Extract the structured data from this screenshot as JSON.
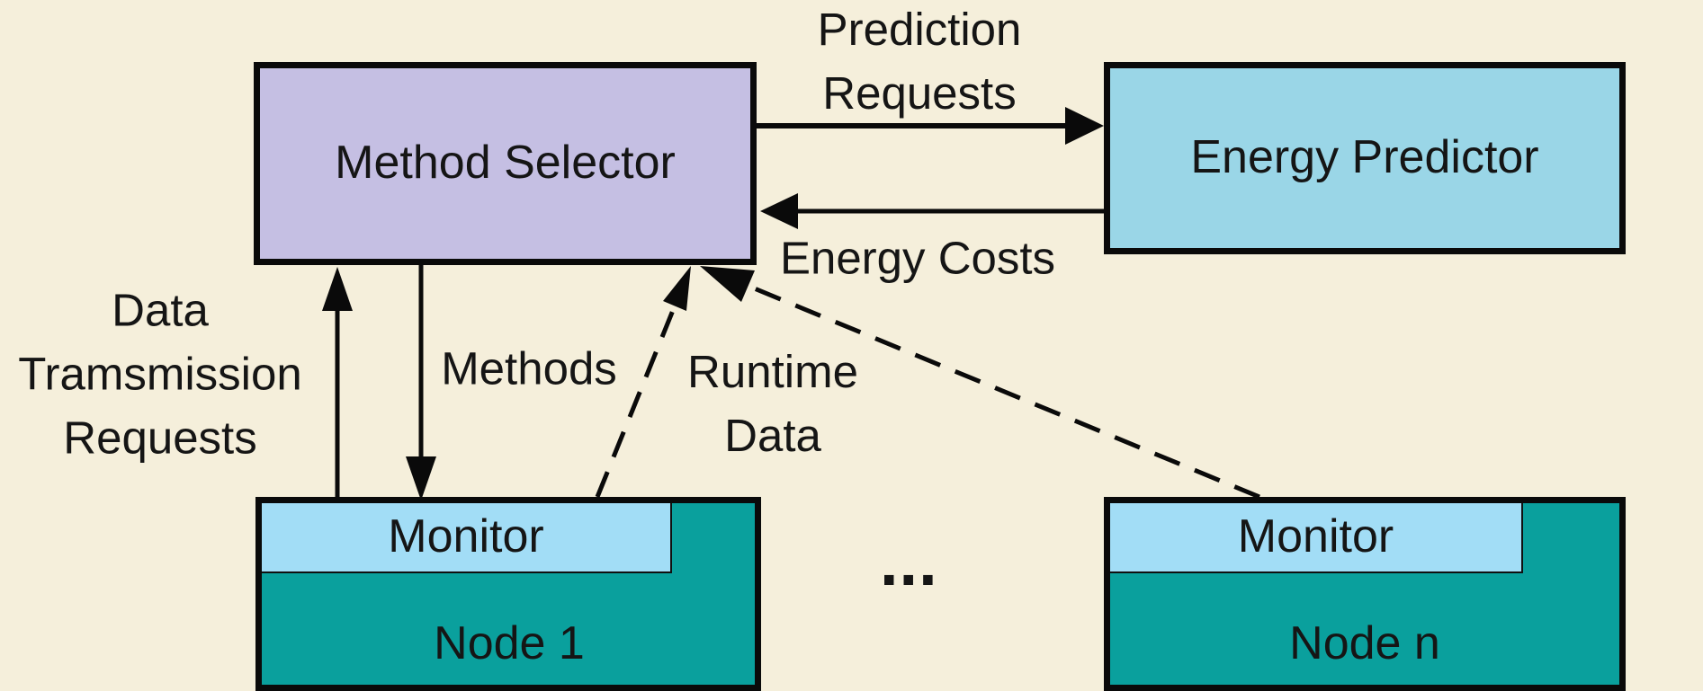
{
  "colors": {
    "background": "#f5efdb",
    "border": "#0a0a0a",
    "arrow": "#0a0a0a",
    "text": "#151515",
    "method_selector_fill": "#c5bfe3",
    "energy_predictor_fill": "#9ad6e7",
    "monitor_fill": "#a2ddf6",
    "node_fill": "#0aa09d"
  },
  "boxes": {
    "method_selector": {
      "label": "Method Selector"
    },
    "energy_predictor": {
      "label": "Energy Predictor"
    },
    "node1": {
      "label": "Node 1",
      "monitor": "Monitor"
    },
    "node_n": {
      "label": "Node n",
      "monitor": "Monitor"
    }
  },
  "edges": {
    "prediction_requests": {
      "line1": "Prediction",
      "line2": "Requests"
    },
    "energy_costs": {
      "label": "Energy Costs"
    },
    "data_transmission": {
      "line1": "Data",
      "line2": "Tramsmission",
      "line3": "Requests"
    },
    "methods": {
      "label": "Methods"
    },
    "runtime_data": {
      "line1": "Runtime",
      "line2": "Data"
    }
  },
  "ellipsis": "..."
}
